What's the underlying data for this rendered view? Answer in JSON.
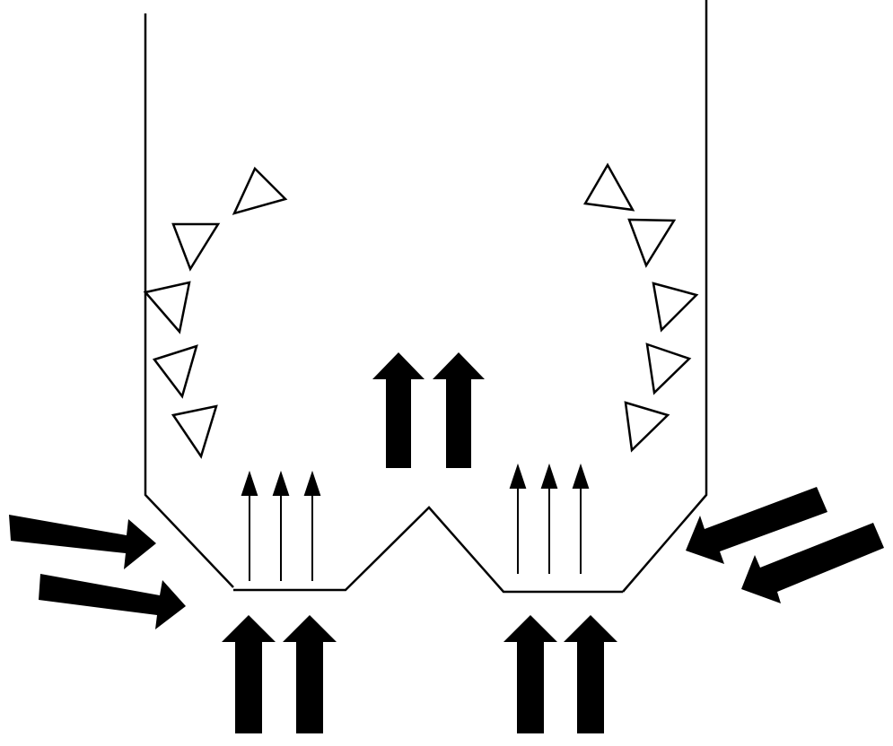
{
  "diagram": {
    "colors": {
      "background": "#ffffff",
      "stroke": "#000000",
      "fill": "#000000",
      "hollow_fill": "#ffffff"
    },
    "elements": {
      "vessel_outline": "line-drawing",
      "particles": "hollow-triangle",
      "bottom_inflow_arrows": "block-arrow-up",
      "center_upflow_arrows": "block-arrow-up",
      "side_inflow_arrows": "block-arrow-diagonal",
      "thin_upflow_arrows": "thin-arrow-up"
    }
  }
}
